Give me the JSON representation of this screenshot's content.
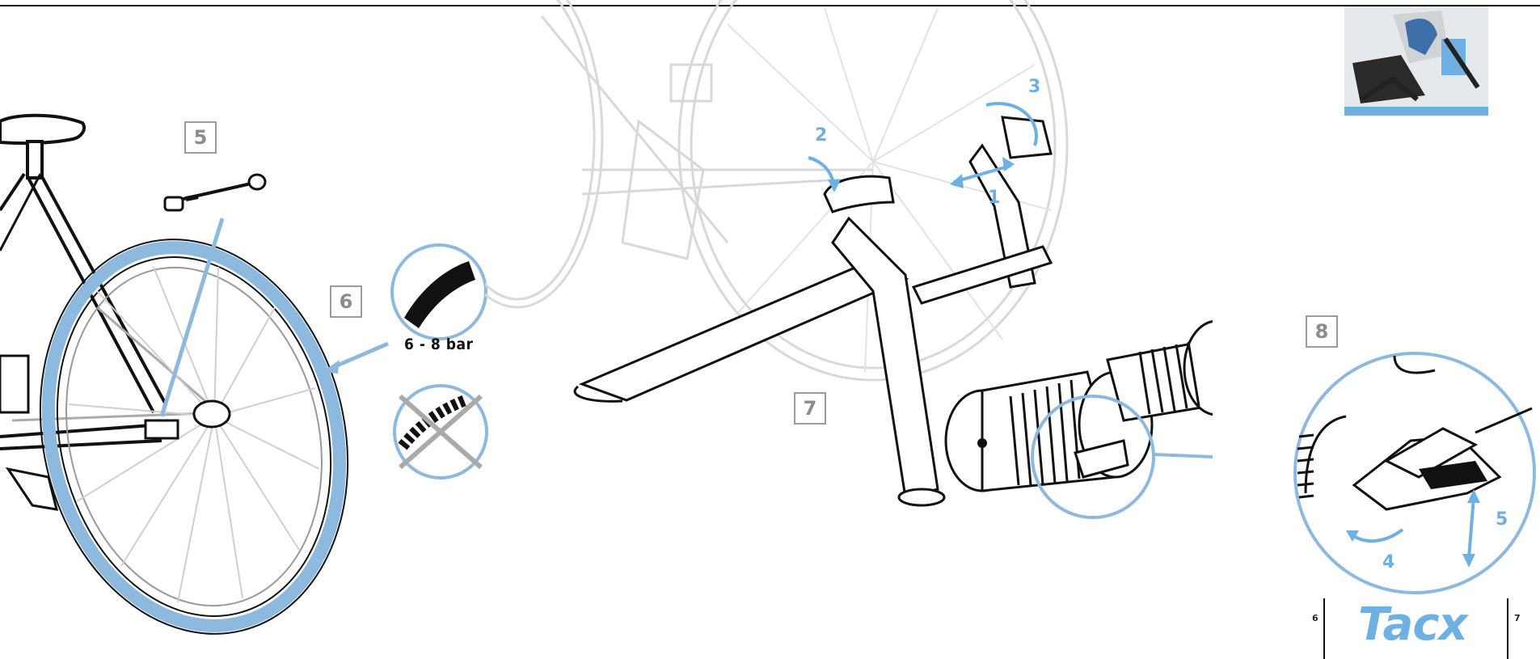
{
  "steps": {
    "s5": "5",
    "s6": "6",
    "s7": "7",
    "s8": "8"
  },
  "tire_pressure_label": "6 - 8 bar",
  "rotation_numbers": {
    "n1": "1",
    "n2": "2",
    "n3": "3",
    "n4": "4",
    "n5": "5"
  },
  "brand_logo": "Tacx",
  "page_numbers": {
    "left": "6",
    "right": "7"
  },
  "icons": [
    "skewer-icon",
    "tire-slick-ok-icon",
    "tire-knobby-not-allowed-icon",
    "arrow-icon",
    "thumbnail-photo"
  ],
  "colors": {
    "accent_blue": "#6fb0e3",
    "line_dark": "#111111",
    "line_faint": "#cfcfcf",
    "step_box": "#9a9a9a"
  }
}
